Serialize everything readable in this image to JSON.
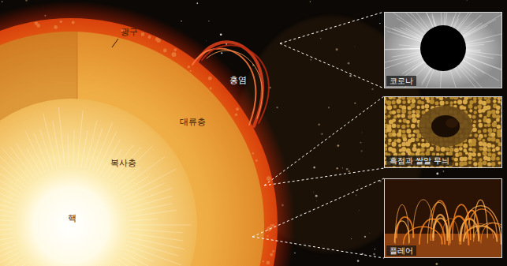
{
  "diagram": {
    "nodes": [
      {
        "text": [
          "코로나"
        ]
      },
      {
        "text": [
          "흑점과 쌀알 무늬"
        ]
      },
      {
        "text": [
          "플레어"
        ]
      }
    ],
    "labels": [
      "광구",
      "홍염",
      "대류층",
      "복사층",
      "핵"
    ]
  }
}
